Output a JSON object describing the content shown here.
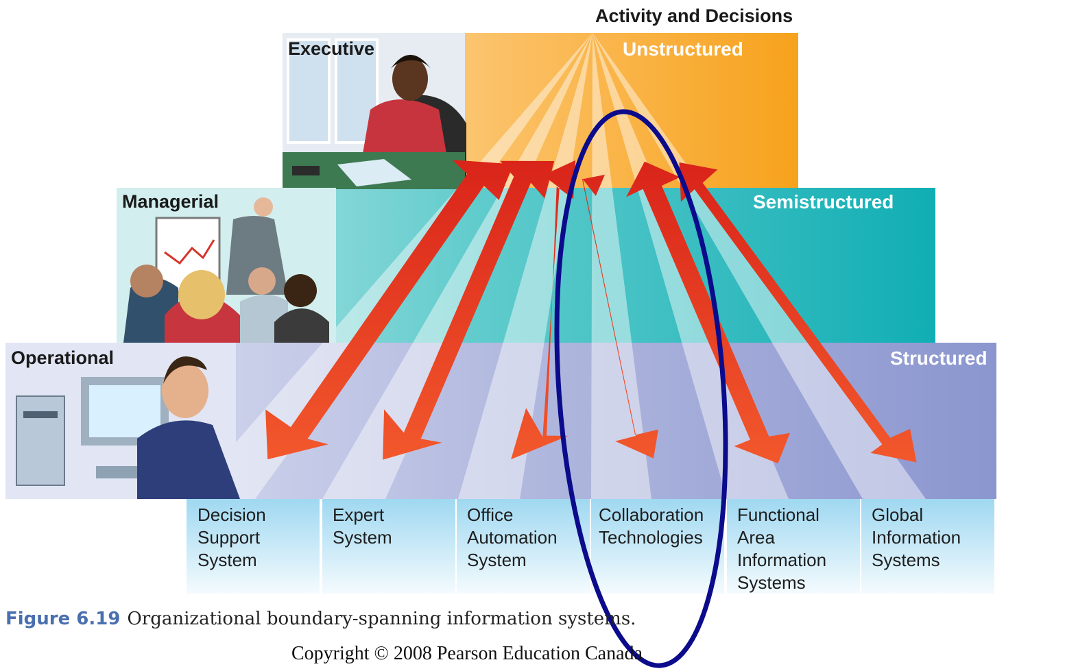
{
  "header": {
    "title": "Activity and Decisions"
  },
  "levels": [
    {
      "id": "executive",
      "label": "Executive",
      "category": "Unstructured"
    },
    {
      "id": "managerial",
      "label": "Managerial",
      "category": "Semistructured"
    },
    {
      "id": "operational",
      "label": "Operational",
      "category": "Structured"
    }
  ],
  "systems": [
    {
      "lines": [
        "Decision",
        "Support",
        "System"
      ]
    },
    {
      "lines": [
        "Expert",
        "System"
      ]
    },
    {
      "lines": [
        "Office",
        "Automation",
        "System"
      ]
    },
    {
      "lines": [
        "Collaboration",
        "Technologies"
      ]
    },
    {
      "lines": [
        "Functional",
        "Area",
        "Information",
        "Systems"
      ]
    },
    {
      "lines": [
        "Global",
        "Information",
        "Systems"
      ]
    }
  ],
  "highlight": {
    "target": "Collaboration Technologies",
    "color": "#0b0b8c"
  },
  "caption": {
    "figure_label": "Figure 6.19",
    "text": "Organizational boundary-spanning information systems."
  },
  "copyright": "Copyright © 2008 Pearson Education Canada",
  "colors": {
    "executive": "#f5a623",
    "managerial": "#18b3b8",
    "operational": "#8f9ad2",
    "arrow": "#e8331e",
    "system_box": "#a9dcf2"
  },
  "icons": [
    "executive-illustration",
    "meeting-illustration",
    "computer-worker-illustration"
  ]
}
